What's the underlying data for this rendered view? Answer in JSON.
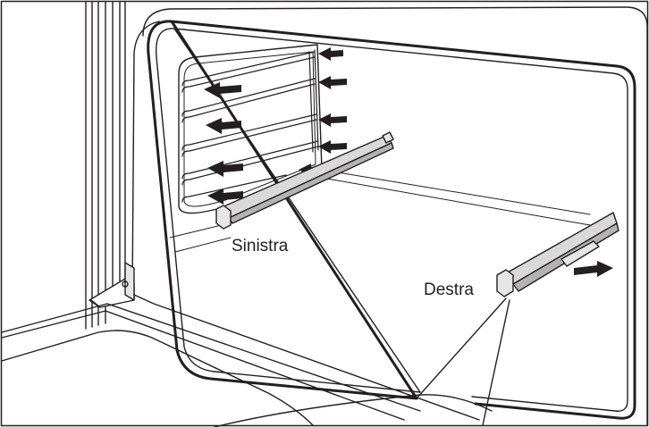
{
  "callouts": {
    "left": "Sinistra",
    "right": "Destra"
  },
  "colors": {
    "line": "#231f20",
    "rail_fill": "#d9d9d9",
    "rail_shade": "#b3b3b3",
    "background": "#ffffff"
  },
  "arrows": {
    "rack_slide_in_count": 9,
    "rail_pull_out_count": 1
  }
}
